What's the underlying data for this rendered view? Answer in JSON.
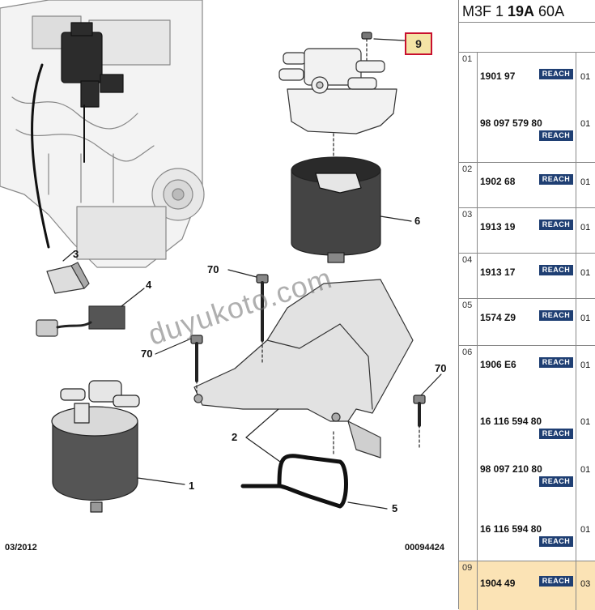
{
  "header": {
    "prefix": "M3F 1 ",
    "bold": "19A",
    "suffix": " 60A"
  },
  "callouts": [
    {
      "id": "c9",
      "label": "9"
    },
    {
      "id": "c6",
      "label": "6"
    },
    {
      "id": "c3",
      "label": "3"
    },
    {
      "id": "c4",
      "label": "4"
    },
    {
      "id": "c70a",
      "label": "70"
    },
    {
      "id": "c70b",
      "label": "70"
    },
    {
      "id": "c70c",
      "label": "70"
    },
    {
      "id": "c2",
      "label": "2"
    },
    {
      "id": "c1",
      "label": "1"
    },
    {
      "id": "c5",
      "label": "5"
    }
  ],
  "footer": {
    "date": "03/2012",
    "code": "00094424"
  },
  "watermark": "duyukoto.com",
  "badge_label": "REACH",
  "colors": {
    "badge": "#1f3f73",
    "highlight": "#fbe3b5",
    "callout_border": "#c8102e",
    "callout_fill": "#f4e4a6"
  },
  "parts": [
    {
      "group": "01",
      "items": [
        {
          "ref": "1901 97",
          "qty": "01"
        },
        {
          "ref": "98 097 579 80",
          "qty": "01"
        }
      ]
    },
    {
      "group": "02",
      "items": [
        {
          "ref": "1902 68",
          "qty": "01"
        }
      ]
    },
    {
      "group": "03",
      "items": [
        {
          "ref": "1913 19",
          "qty": "01"
        }
      ]
    },
    {
      "group": "04",
      "items": [
        {
          "ref": "1913 17",
          "qty": "01"
        }
      ]
    },
    {
      "group": "05",
      "items": [
        {
          "ref": "1574 Z9",
          "qty": "01"
        }
      ]
    },
    {
      "group": "06",
      "items": [
        {
          "ref": "1906 E6",
          "qty": "01"
        },
        {
          "ref": "16 116 594 80",
          "qty": "01"
        },
        {
          "ref": "98 097 210 80",
          "qty": "01"
        },
        {
          "ref": "16 116 594 80",
          "qty": "01"
        }
      ]
    },
    {
      "group": "09",
      "highlighted": true,
      "items": [
        {
          "ref": "1904 49",
          "qty": "03"
        }
      ]
    }
  ]
}
